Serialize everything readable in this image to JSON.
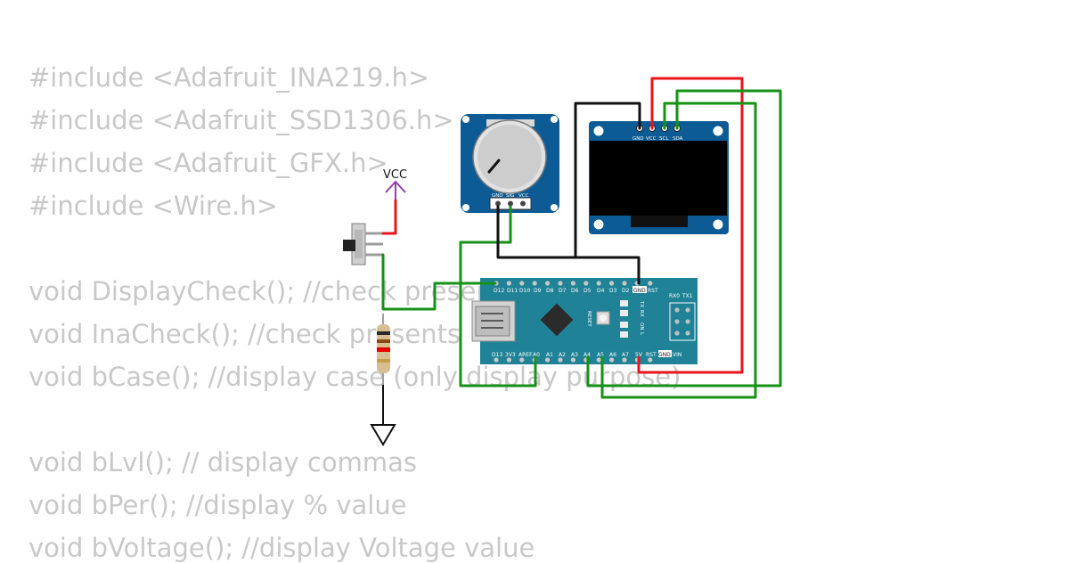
{
  "code_lines": [
    "#include <Adafruit_INA219.h>",
    "#include <Adafruit_SSD1306.h>",
    "#include <Adafruit_GFX.h>",
    "#include <Wire.h>",
    "",
    "void DisplayCheck(); //check presents",
    "void InaCheck(); //check presents",
    "void bCase(); //display case (only display purpose)",
    "",
    "void bLvl(); // display commas",
    "void bPer(); //display % value",
    "void bVoltage(); //display Voltage value"
  ],
  "vcc_label": "VCC",
  "pot": {
    "pins": [
      "GND",
      "SIG",
      "VCC"
    ]
  },
  "oled": {
    "pins": [
      "GND",
      "VCC",
      "SCL",
      "SDA"
    ]
  },
  "nano": {
    "top_pins": [
      "D12",
      "D11",
      "D10",
      "D9",
      "D8",
      "D7",
      "D6",
      "D5",
      "D4",
      "D3",
      "D2",
      "GND",
      "RST",
      "RX0",
      "TX1"
    ],
    "bottom_pins": [
      "D13",
      "3V3",
      "AREF",
      "A0",
      "A1",
      "A2",
      "A3",
      "A4",
      "A5",
      "A6",
      "A7",
      "5V",
      "RST",
      "GND",
      "VIN"
    ],
    "reset_label": "RESET",
    "led_labels": [
      "TX",
      "RX",
      "ON",
      "L"
    ]
  },
  "colors": {
    "wire_red": "#e8161b",
    "wire_green": "#169216",
    "wire_black": "#111111",
    "vcc_purple": "#8e3fb0",
    "board_teal": "#1f8296",
    "module_blue": "#0c5b94"
  }
}
